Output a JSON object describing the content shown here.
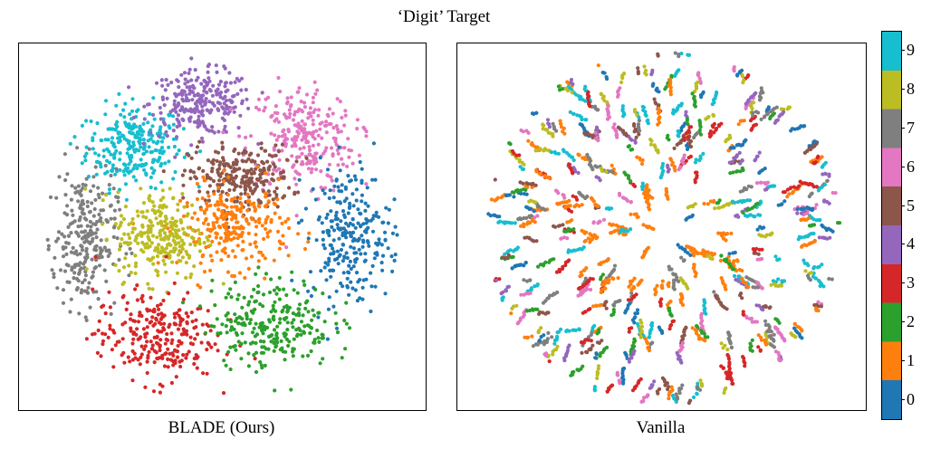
{
  "chart_data": {
    "type": "scatter",
    "title": "‘Digit’ Target",
    "colors": {
      "0": "#1f77b4",
      "1": "#ff7f0e",
      "2": "#2ca02c",
      "3": "#d62728",
      "4": "#9467bd",
      "5": "#8c564b",
      "6": "#e377c2",
      "7": "#7f7f7f",
      "8": "#bcbd22",
      "9": "#17becf"
    },
    "colorbar": {
      "labels": [
        "0",
        "1",
        "2",
        "3",
        "4",
        "5",
        "6",
        "7",
        "8",
        "9"
      ],
      "range": [
        0,
        9
      ]
    },
    "panels": [
      {
        "caption": "BLADE (Ours)",
        "layout": "clustered",
        "clusters": [
          {
            "label": 9,
            "center": [
              -0.5,
              0.48
            ],
            "spread": [
              0.15,
              0.13
            ]
          },
          {
            "label": 4,
            "center": [
              -0.12,
              0.72
            ],
            "spread": [
              0.16,
              0.1
            ]
          },
          {
            "label": 6,
            "center": [
              0.45,
              0.52
            ],
            "spread": [
              0.17,
              0.17
            ]
          },
          {
            "label": 5,
            "center": [
              0.1,
              0.3
            ],
            "spread": [
              0.16,
              0.1
            ]
          },
          {
            "label": 1,
            "center": [
              0.07,
              0.02
            ],
            "spread": [
              0.17,
              0.13
            ]
          },
          {
            "label": 7,
            "center": [
              -0.78,
              -0.05
            ],
            "spread": [
              0.1,
              0.22
            ]
          },
          {
            "label": 8,
            "center": [
              -0.35,
              -0.03
            ],
            "spread": [
              0.14,
              0.14
            ]
          },
          {
            "label": 0,
            "center": [
              0.72,
              -0.02
            ],
            "spread": [
              0.13,
              0.22
            ]
          },
          {
            "label": 3,
            "center": [
              -0.38,
              -0.6
            ],
            "spread": [
              0.19,
              0.14
            ]
          },
          {
            "label": 2,
            "center": [
              0.28,
              -0.52
            ],
            "spread": [
              0.19,
              0.14
            ]
          }
        ]
      },
      {
        "caption": "Vanilla",
        "layout": "mixed",
        "dominant_label": 1
      }
    ]
  }
}
